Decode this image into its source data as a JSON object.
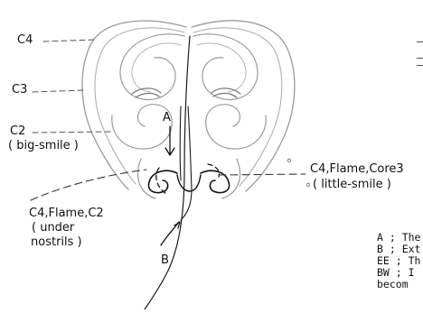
{
  "labels": {
    "c4": "C4",
    "c3": "C3",
    "c2": "C2",
    "c2_note": "( big-smile )",
    "core3": "C4,Flame,Core3",
    "core3_note": "( little-smile )",
    "under_line1": "C4,Flame,C2",
    "under_line2": "( under",
    "under_line3": "nostrils )"
  },
  "markers": {
    "a": "A",
    "b": "B"
  },
  "legend": [
    "A ; The",
    "B ; Ext",
    "EE ; Th",
    "BW ; I",
    "becom"
  ]
}
